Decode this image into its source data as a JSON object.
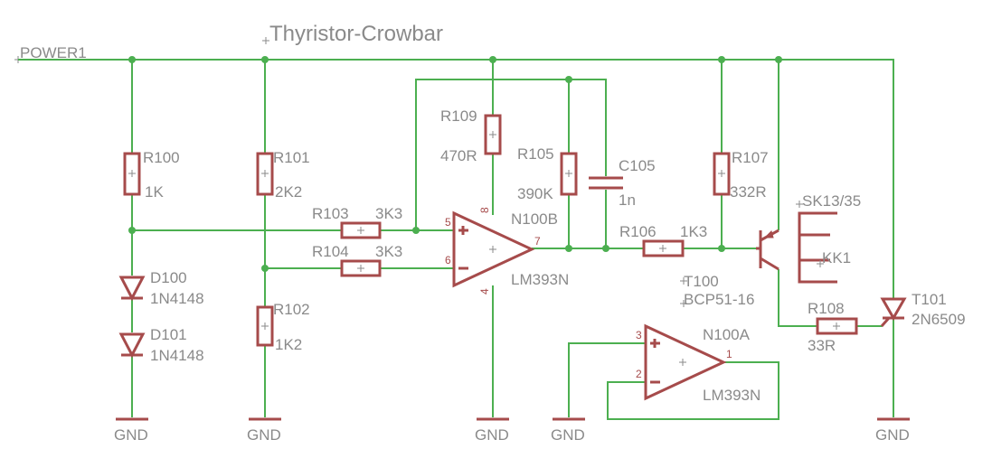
{
  "title": "Thyristor-Crowbar",
  "power_net": "POWER1",
  "gnd_label": "GND",
  "components": {
    "R100": {
      "name": "R100",
      "value": "1K"
    },
    "R101": {
      "name": "R101",
      "value": "2K2"
    },
    "R102": {
      "name": "R102",
      "value": "1K2"
    },
    "R103": {
      "name": "R103",
      "value": "3K3"
    },
    "R104": {
      "name": "R104",
      "value": "3K3"
    },
    "R105": {
      "name": "R105",
      "value": "390K"
    },
    "R106": {
      "name": "R106",
      "value": "1K3"
    },
    "R107": {
      "name": "R107",
      "value": "332R"
    },
    "R108": {
      "name": "R108",
      "value": "33R"
    },
    "R109": {
      "name": "R109",
      "value": "470R"
    },
    "C105": {
      "name": "C105",
      "value": "1n"
    },
    "D100": {
      "name": "D100",
      "value": "1N4148"
    },
    "D101": {
      "name": "D101",
      "value": "1N4148"
    },
    "N100B": {
      "name": "N100B",
      "value": "LM393N"
    },
    "N100A": {
      "name": "N100A",
      "value": "LM393N"
    },
    "T100": {
      "name": "T100",
      "value": "BCP51-16"
    },
    "T101": {
      "name": "T101",
      "value": "2N6509"
    },
    "SK13": {
      "name": "SK13/35",
      "value": "KK1"
    }
  },
  "pins": {
    "n100b_in_plus": "5",
    "n100b_in_minus": "6",
    "n100b_out": "7",
    "n100b_vcc": "8",
    "n100b_gnd": "4",
    "n100a_in_plus": "3",
    "n100a_in_minus": "2",
    "n100a_out": "1"
  }
}
